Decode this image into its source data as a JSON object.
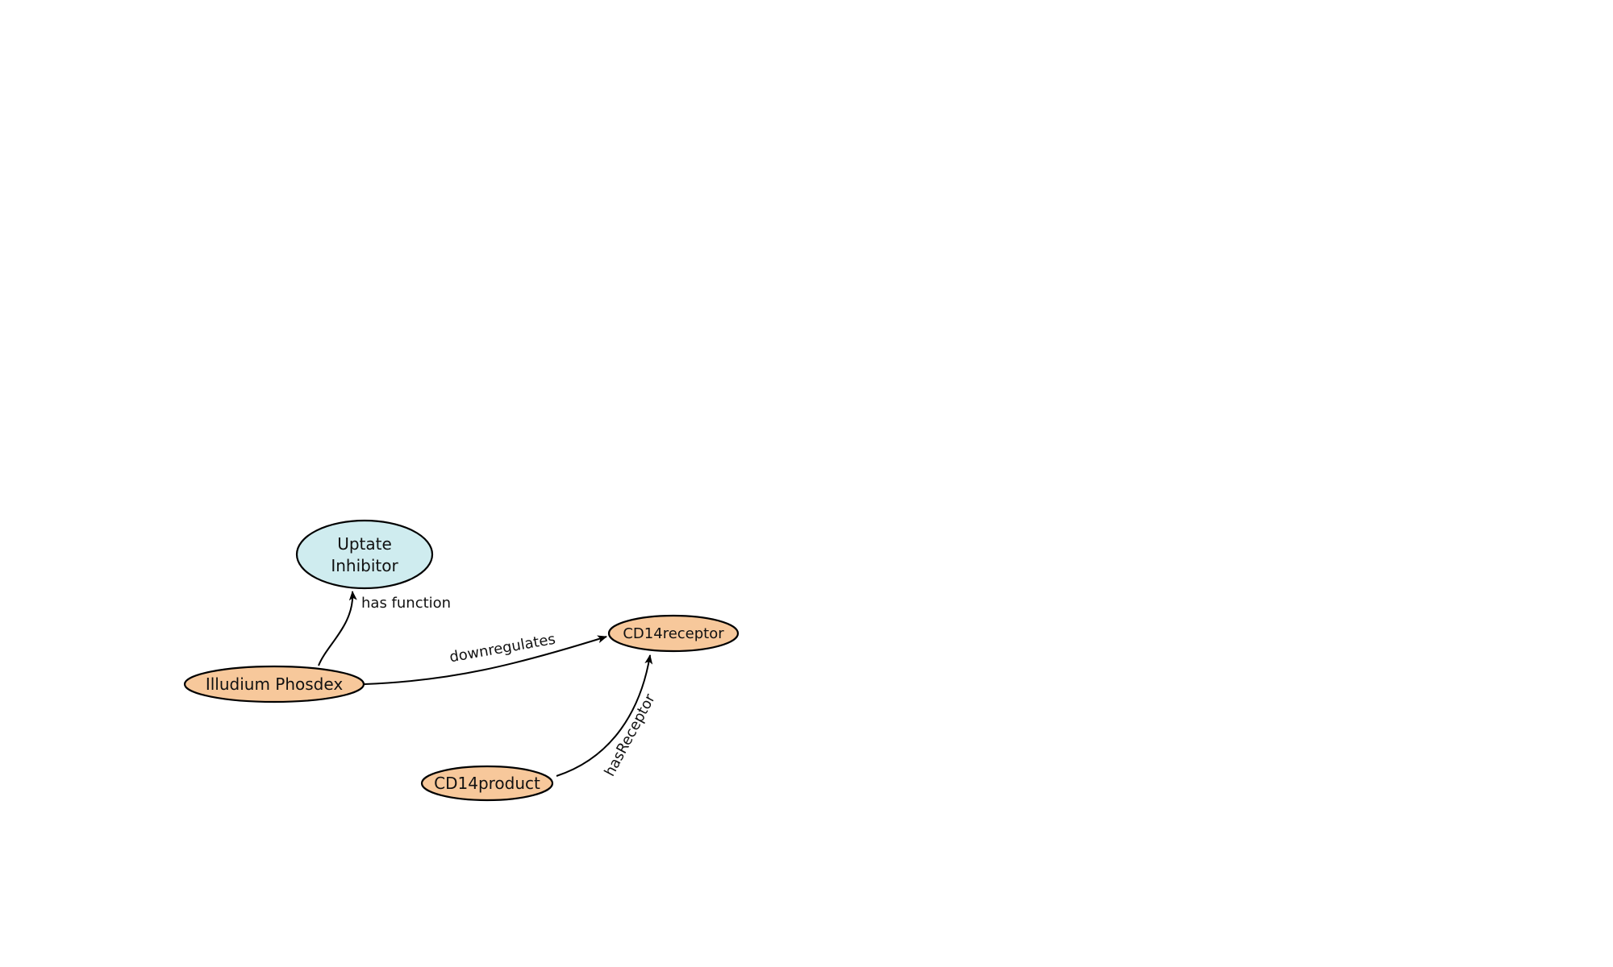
{
  "colors": {
    "function_node_fill": "#cfecef",
    "entity_node_fill": "#f7c89b",
    "edge_stroke": "#000000"
  },
  "nodes": {
    "uptate_inhibitor": {
      "label_line1": "Uptate",
      "label_line2": "Inhibitor"
    },
    "illudium_phosdex": {
      "label": "Illudium Phosdex"
    },
    "cd14receptor": {
      "label": "CD14receptor"
    },
    "cd14product": {
      "label": "CD14product"
    }
  },
  "edges": {
    "has_function": {
      "label": "has function"
    },
    "downregulates": {
      "label": "downregulates"
    },
    "has_receptor": {
      "label": "hasReceptor"
    }
  }
}
